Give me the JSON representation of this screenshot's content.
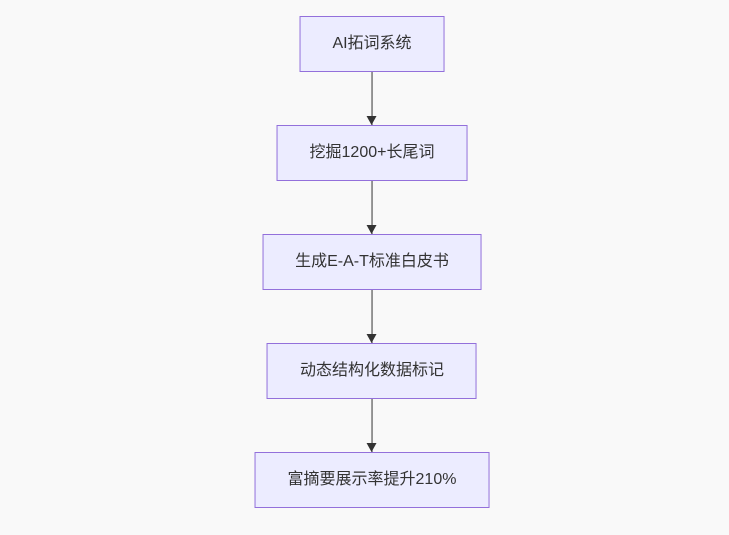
{
  "diagram": {
    "type": "flowchart",
    "direction": "top-to-bottom",
    "colors": {
      "background": "#f9f9f9",
      "node_fill": "#ECECFF",
      "node_border": "#9370DB",
      "text_color": "#333333",
      "arrow_color": "#333333"
    },
    "nodes": [
      {
        "label": "AI拓词系统"
      },
      {
        "label": "挖掘1200+长尾词"
      },
      {
        "label": "生成E-A-T标准白皮书"
      },
      {
        "label": "动态结构化数据标记"
      },
      {
        "label": "富摘要展示率提升210%"
      }
    ],
    "edges": [
      {
        "from": 0,
        "to": 1,
        "style": "arrow-down"
      },
      {
        "from": 1,
        "to": 2,
        "style": "arrow-down"
      },
      {
        "from": 2,
        "to": 3,
        "style": "arrow-down"
      },
      {
        "from": 3,
        "to": 4,
        "style": "arrow-down"
      }
    ]
  }
}
